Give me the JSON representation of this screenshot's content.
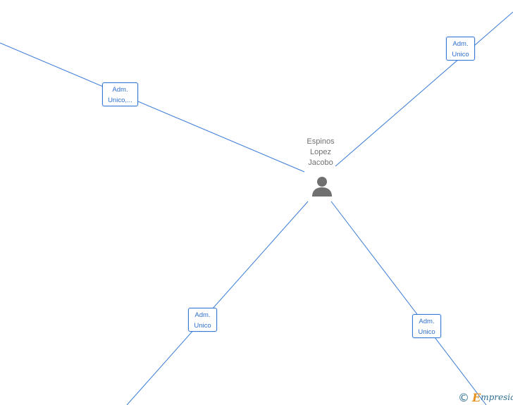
{
  "person": {
    "name_lines": [
      "Espinos",
      "Lopez",
      "Jacobo"
    ],
    "icon": "person-icon"
  },
  "relations": [
    {
      "label_lines": [
        "Adm.",
        "Unico,..."
      ]
    },
    {
      "label_lines": [
        "Adm.",
        "Unico"
      ]
    },
    {
      "label_lines": [
        "Adm.",
        "Unico"
      ]
    },
    {
      "label_lines": [
        "Adm.",
        "Unico"
      ]
    }
  ],
  "watermark": {
    "copyright_symbol": "©",
    "brand_first": "E",
    "brand_rest": "mpresia"
  },
  "colors": {
    "edge": "#3a7bd5",
    "label_text": "#2f6fcc",
    "node_text": "#707070",
    "person_icon": "#707070",
    "brand_orange": "#e8901e",
    "brand_teal": "#2f6f8f"
  }
}
